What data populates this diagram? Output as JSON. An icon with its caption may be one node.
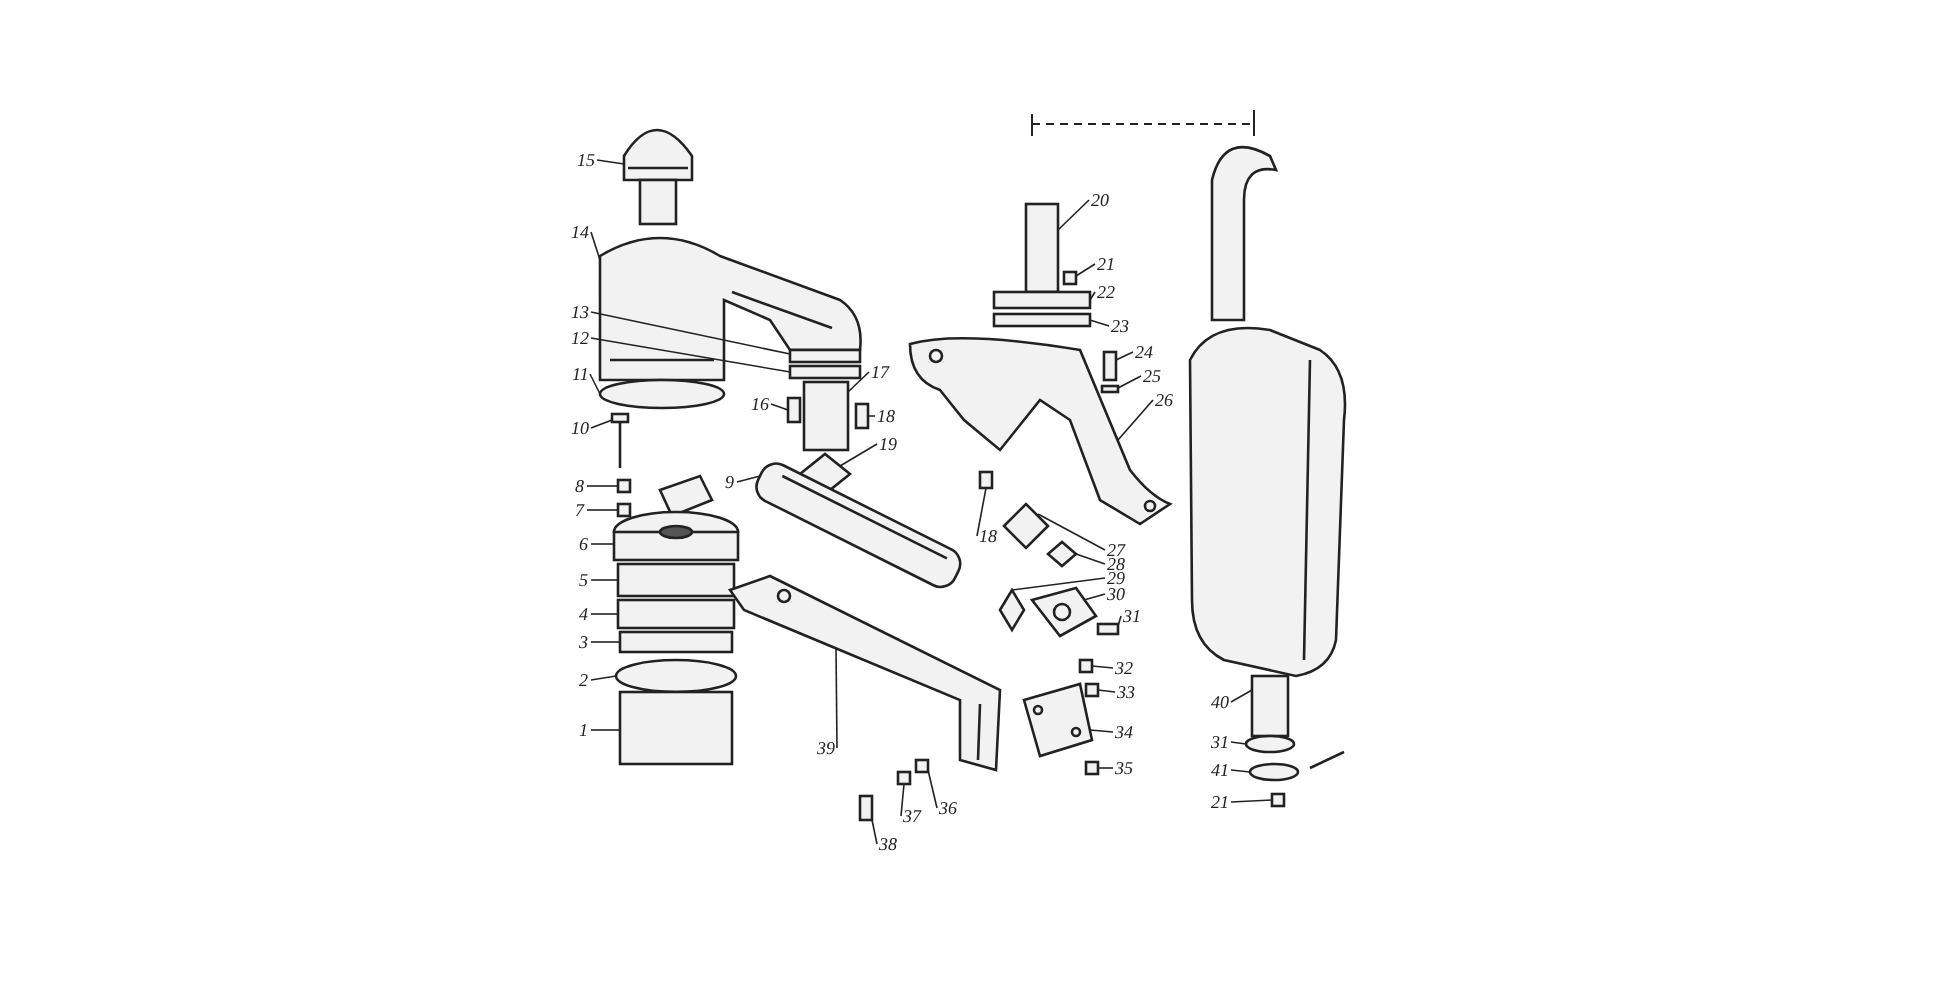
{
  "diagram": {
    "nodes": [
      {
        "text": [
          "15"
        ]
      },
      {
        "text": [
          "14"
        ]
      },
      {
        "text": [
          "13"
        ]
      },
      {
        "text": [
          "12"
        ]
      },
      {
        "text": [
          "11"
        ]
      },
      {
        "text": [
          "10"
        ]
      },
      {
        "text": [
          "8"
        ]
      },
      {
        "text": [
          "7"
        ]
      },
      {
        "text": [
          "6"
        ]
      },
      {
        "text": [
          "5"
        ]
      },
      {
        "text": [
          "4"
        ]
      },
      {
        "text": [
          "3"
        ]
      },
      {
        "text": [
          "2"
        ]
      },
      {
        "text": [
          "1"
        ]
      },
      {
        "text": [
          "16"
        ]
      },
      {
        "text": [
          "17"
        ]
      },
      {
        "text": [
          "18"
        ]
      },
      {
        "text": [
          "19"
        ]
      },
      {
        "text": [
          "9"
        ]
      },
      {
        "text": [
          "39"
        ]
      },
      {
        "text": [
          "20"
        ]
      },
      {
        "text": [
          "21"
        ]
      },
      {
        "text": [
          "22"
        ]
      },
      {
        "text": [
          "23"
        ]
      },
      {
        "text": [
          "24"
        ]
      },
      {
        "text": [
          "25"
        ]
      },
      {
        "text": [
          "26"
        ]
      },
      {
        "text": [
          "18"
        ]
      },
      {
        "text": [
          "27"
        ]
      },
      {
        "text": [
          "28"
        ]
      },
      {
        "text": [
          "29"
        ]
      },
      {
        "text": [
          "30"
        ]
      },
      {
        "text": [
          "31"
        ]
      },
      {
        "text": [
          "32"
        ]
      },
      {
        "text": [
          "33"
        ]
      },
      {
        "text": [
          "34"
        ]
      },
      {
        "text": [
          "35"
        ]
      },
      {
        "text": [
          "36"
        ]
      },
      {
        "text": [
          "37"
        ]
      },
      {
        "text": [
          "38"
        ]
      },
      {
        "text": [
          "40"
        ]
      },
      {
        "text": [
          "31"
        ]
      },
      {
        "text": [
          "41"
        ]
      },
      {
        "text": [
          "21"
        ]
      },
      {
        "text": [],
        "shape": "picture"
      },
      {
        "text": [],
        "shape": "picture"
      },
      {
        "text": [],
        "shape": "box"
      },
      {
        "text": [],
        "shape": "box"
      },
      {
        "text": [],
        "shape": "circle"
      },
      {
        "text": [],
        "shape": "picture"
      },
      {
        "text": [],
        "shape": "box"
      },
      {
        "text": [],
        "shape": "box"
      },
      {
        "text": [],
        "shape": "picture"
      },
      {
        "text": [],
        "shape": "box"
      },
      {
        "text": [],
        "shape": "box"
      },
      {
        "text": [],
        "shape": "box"
      },
      {
        "text": [],
        "shape": "circle"
      },
      {
        "text": [],
        "shape": "box"
      },
      {
        "text": [],
        "shape": "box"
      },
      {
        "text": [],
        "shape": "box"
      },
      {
        "text": [],
        "shape": "box"
      },
      {
        "text": [],
        "shape": "diamond"
      },
      {
        "text": [],
        "shape": "picture"
      },
      {
        "text": [],
        "shape": "picture"
      },
      {
        "text": [],
        "shape": "box"
      },
      {
        "text": [],
        "shape": "box"
      },
      {
        "text": [],
        "shape": "box"
      },
      {
        "text": [],
        "shape": "box"
      },
      {
        "text": [],
        "shape": "box"
      },
      {
        "text": [],
        "shape": "box"
      },
      {
        "text": [],
        "shape": "picture"
      },
      {
        "text": [],
        "shape": "box"
      },
      {
        "text": [],
        "shape": "diamond"
      },
      {
        "text": [],
        "shape": "diamond"
      },
      {
        "text": [],
        "shape": "diamond"
      },
      {
        "text": [],
        "shape": "picture"
      },
      {
        "text": [],
        "shape": "box"
      },
      {
        "text": [],
        "shape": "box"
      },
      {
        "text": [],
        "shape": "box"
      },
      {
        "text": [],
        "shape": "picture"
      },
      {
        "text": [],
        "shape": "box"
      },
      {
        "text": [],
        "shape": "box"
      },
      {
        "text": [],
        "shape": "box"
      },
      {
        "text": [],
        "shape": "box"
      },
      {
        "text": [],
        "shape": "picture"
      },
      {
        "text": [],
        "shape": "circle"
      },
      {
        "text": [],
        "shape": "picture"
      },
      {
        "text": [],
        "shape": "box"
      }
    ],
    "edges": [
      {
        "from": 0,
        "to": 44,
        "arrow": "none"
      },
      {
        "from": 1,
        "to": 45,
        "arrow": "none"
      },
      {
        "from": 2,
        "to": 46,
        "arrow": "none"
      },
      {
        "from": 3,
        "to": 47,
        "arrow": "none"
      },
      {
        "from": 4,
        "to": 48,
        "arrow": "none"
      },
      {
        "from": 5,
        "to": 49,
        "arrow": "none"
      },
      {
        "from": 6,
        "to": 50,
        "arrow": "none"
      },
      {
        "from": 7,
        "to": 51,
        "arrow": "none"
      },
      {
        "from": 8,
        "to": 52,
        "arrow": "none"
      },
      {
        "from": 9,
        "to": 53,
        "arrow": "none"
      },
      {
        "from": 10,
        "to": 54,
        "arrow": "none"
      },
      {
        "from": 11,
        "to": 55,
        "arrow": "none"
      },
      {
        "from": 12,
        "to": 56,
        "arrow": "none"
      },
      {
        "from": 13,
        "to": 57,
        "arrow": "none"
      },
      {
        "from": 14,
        "to": 58,
        "arrow": "none"
      },
      {
        "from": 15,
        "to": 59,
        "arrow": "none"
      },
      {
        "from": 16,
        "to": 60,
        "arrow": "none"
      },
      {
        "from": 17,
        "to": 61,
        "arrow": "none"
      },
      {
        "from": 18,
        "to": 62,
        "arrow": "none"
      },
      {
        "from": 19,
        "to": 63,
        "arrow": "none"
      },
      {
        "from": 20,
        "to": 64,
        "arrow": "none"
      },
      {
        "from": 21,
        "to": 65,
        "arrow": "none"
      },
      {
        "from": 22,
        "to": 66,
        "arrow": "none"
      },
      {
        "from": 23,
        "to": 67,
        "arrow": "none"
      },
      {
        "from": 24,
        "to": 68,
        "arrow": "none"
      },
      {
        "from": 25,
        "to": 69,
        "arrow": "none"
      },
      {
        "from": 26,
        "to": 70,
        "arrow": "none"
      },
      {
        "from": 27,
        "to": 71,
        "arrow": "none"
      },
      {
        "from": 28,
        "to": 72,
        "arrow": "none"
      },
      {
        "from": 29,
        "to": 73,
        "arrow": "none"
      },
      {
        "from": 30,
        "to": 74,
        "arrow": "none"
      },
      {
        "from": 31,
        "to": 75,
        "arrow": "none"
      },
      {
        "from": 32,
        "to": 76,
        "arrow": "none"
      },
      {
        "from": 33,
        "to": 77,
        "arrow": "none"
      },
      {
        "from": 34,
        "to": 78,
        "arrow": "none"
      },
      {
        "from": 35,
        "to": 79,
        "arrow": "none"
      },
      {
        "from": 36,
        "to": 80,
        "arrow": "none"
      },
      {
        "from": 37,
        "to": 81,
        "arrow": "none"
      },
      {
        "from": 38,
        "to": 82,
        "arrow": "none"
      },
      {
        "from": 39,
        "to": 83,
        "arrow": "none"
      },
      {
        "from": 40,
        "to": 84,
        "arrow": "none"
      },
      {
        "from": 41,
        "to": 85,
        "arrow": "none"
      },
      {
        "from": 42,
        "to": 86,
        "arrow": "none"
      },
      {
        "from": 43,
        "to": 87,
        "arrow": "none"
      }
    ]
  }
}
